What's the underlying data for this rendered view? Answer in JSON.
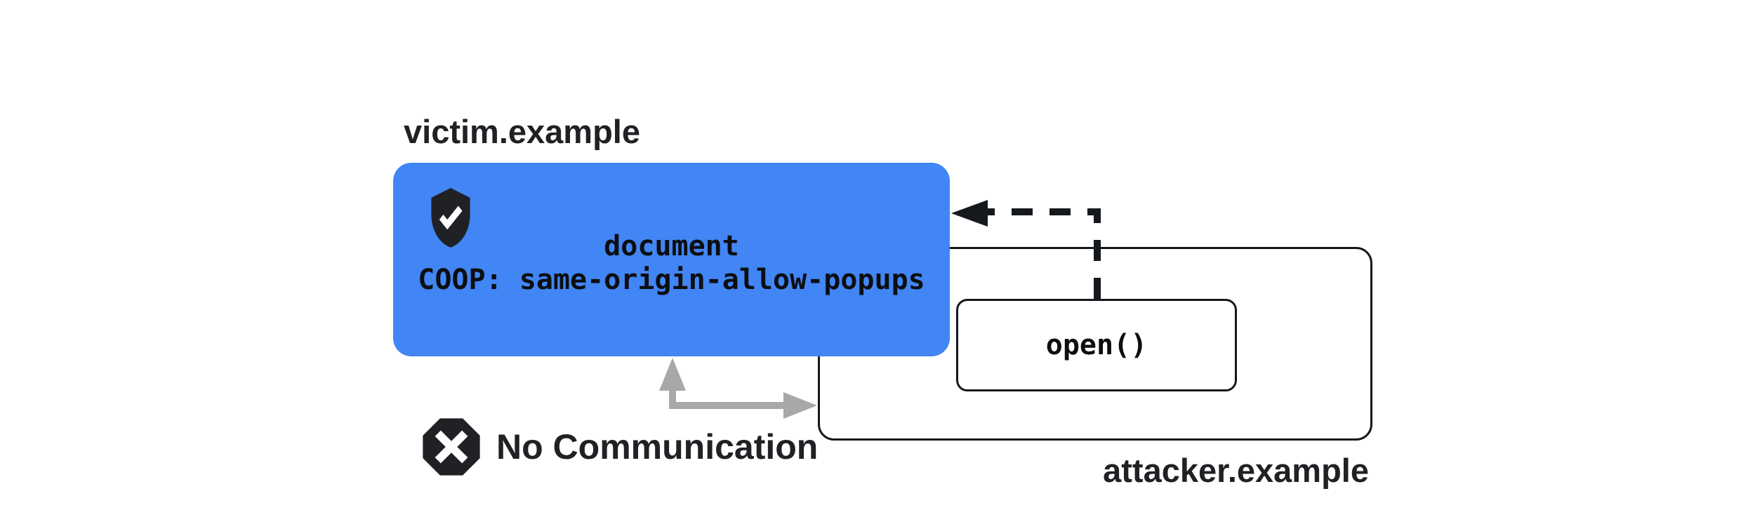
{
  "diagram": {
    "victim": {
      "domain": "victim.example",
      "document_label": "document",
      "coop_header": "COOP: same-origin-allow-popups",
      "shield_icon": "shield-check",
      "box_color": "#4285f4"
    },
    "attacker": {
      "domain": "attacker.example",
      "open_call": "open()"
    },
    "communication": {
      "status": "No Communication",
      "blocked_icon": "x-octagon"
    },
    "arrows": {
      "popup_open_arrow": "dashed-left-arrow-from-open-to-victim",
      "blocked_channel_arrow": "gray-double-elbow-arrow"
    },
    "colors": {
      "victim_box_blue": "#4285f4",
      "icon_black": "#1f2125",
      "line_black": "#15181c",
      "arrow_gray": "#a8a8a8",
      "label_black": "#202124"
    }
  }
}
